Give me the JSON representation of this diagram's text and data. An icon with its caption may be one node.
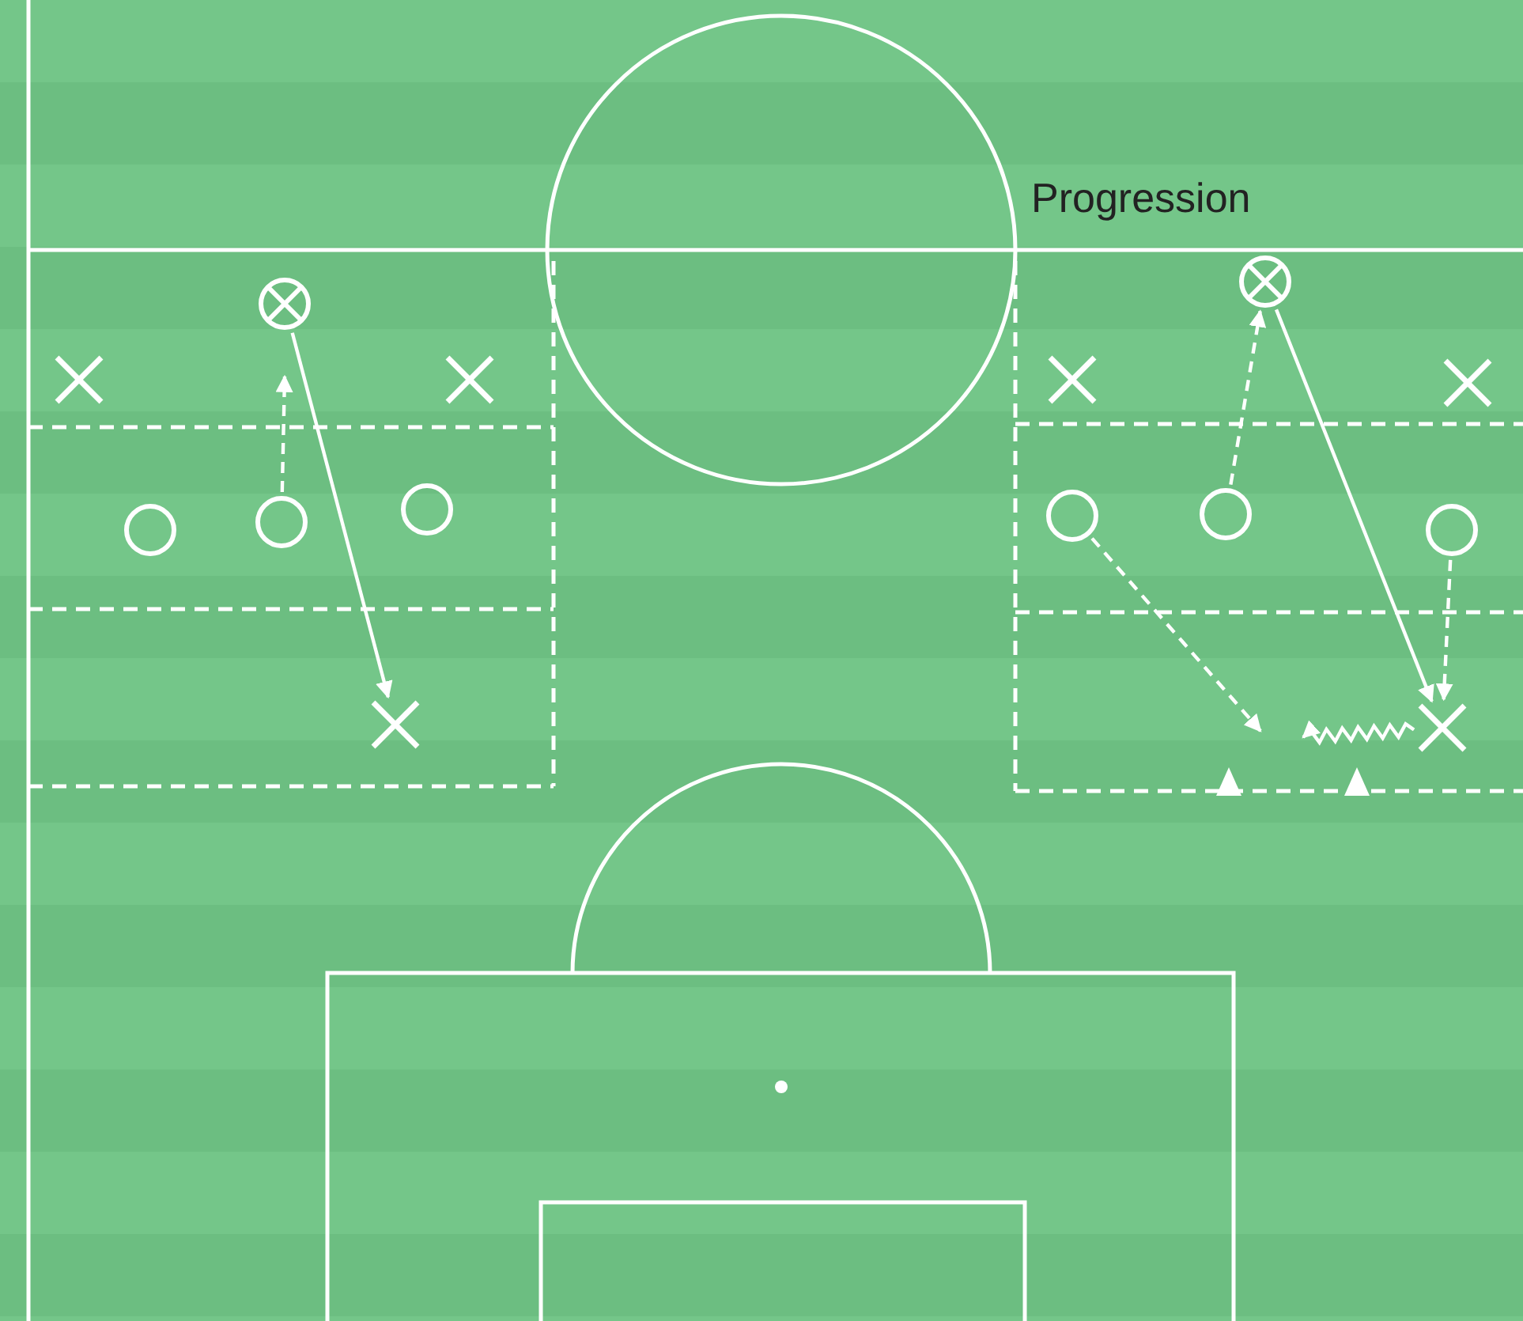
{
  "diagram": {
    "nodes": [
      {
        "text": [],
        "shape": "target"
      },
      {
        "text": [],
        "shape": "cross"
      },
      {
        "text": [],
        "shape": "cross"
      },
      {
        "text": [],
        "shape": "circle"
      },
      {
        "text": [],
        "shape": "circle"
      },
      {
        "text": [],
        "shape": "circle"
      },
      {
        "text": [],
        "shape": "cross"
      },
      {
        "text": [],
        "shape": "target"
      },
      {
        "text": [],
        "shape": "cross"
      },
      {
        "text": [],
        "shape": "cross"
      },
      {
        "text": [],
        "shape": "circle"
      },
      {
        "text": [],
        "shape": "circle"
      },
      {
        "text": [],
        "shape": "circle"
      },
      {
        "text": [],
        "shape": "cross"
      }
    ],
    "edges": [
      {
        "from": 4,
        "to": null,
        "arrow": "to",
        "style": "dashed"
      },
      {
        "from": 0,
        "to": 6,
        "arrow": "to"
      },
      {
        "from": 11,
        "to": 7,
        "arrow": "to",
        "style": "dashed"
      },
      {
        "from": 7,
        "to": 13,
        "arrow": "to"
      },
      {
        "from": 10,
        "to": null,
        "arrow": "to",
        "style": "dashed"
      },
      {
        "from": 12,
        "to": 13,
        "arrow": "to",
        "style": "dashed"
      },
      {
        "from": 13,
        "to": null,
        "arrow": "to"
      }
    ],
    "labels": [
      "Progression"
    ]
  }
}
